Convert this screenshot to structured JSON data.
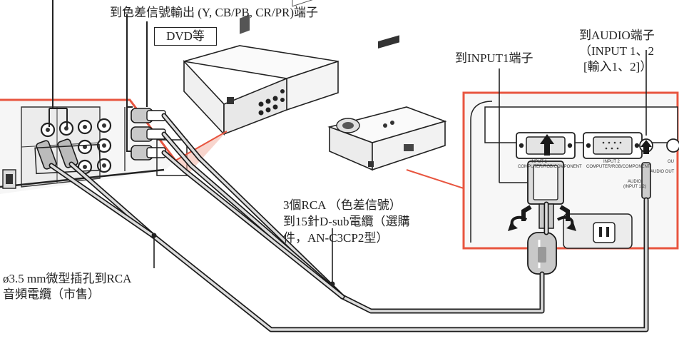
{
  "labels": {
    "component_output": "到色差信號輸出 (Y, CB/PB, CR/PR)端子",
    "dvd_device": "DVD等",
    "input1_terminal": "到INPUT1端子",
    "audio_terminal_line1": "到AUDIO端子",
    "audio_terminal_line2": "（INPUT 1、2",
    "audio_terminal_line3": "[輸入1、2]）",
    "rca_cable_line1": "3個RCA （色差信號）",
    "rca_cable_line2": "到15針D-sub電纜（選購",
    "rca_cable_line3": "件，AN-C3CP2型）",
    "audio_cable_line1": "ø3.5 mm微型插孔到RCA",
    "audio_cable_line2": "音頻電纜（市售）"
  },
  "panel_text": {
    "input1": "INPUT 1",
    "input1_sub": "COMPUTER/RGB/COMPONENT",
    "input2": "INPUT 2",
    "input2_sub": "COMPUTER/RGB/COMPONENT",
    "audio_in": "AUDIO",
    "audio_in_sub": "(INPUT 1,2)",
    "out_partial": "OU",
    "audio_out_partial": "AUDIO OUT"
  },
  "colors": {
    "highlight_frame": "#e8553f",
    "device_body": "#f4f4f4",
    "cable_outline": "#1a1a1a",
    "panel_background": "#f7f7f7"
  }
}
